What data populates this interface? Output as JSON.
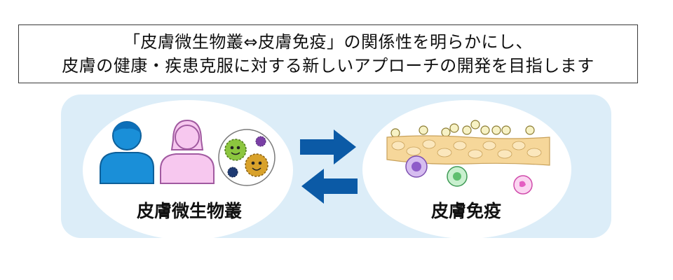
{
  "caption": {
    "line1": "「皮膚微生物叢⇔皮膚免疫」の関係性を明らかにし、",
    "line2": "皮膚の健康・疾患克服に対する新しいアプローチの開発を目指します"
  },
  "left": {
    "label": "皮膚微生物叢"
  },
  "right": {
    "label": "皮膚免疫"
  },
  "colors": {
    "panel": "#dcedf8",
    "arrow": "#0b5aa6",
    "person_male": "#1a8fd8",
    "person_female": "#f7c8ef",
    "skin_cells": "#f6d79a",
    "fat_cells": "#f7f2c5",
    "immune_purple": "#b58be0",
    "immune_green": "#9fe0a9",
    "immune_pink": "#f48ad9"
  }
}
